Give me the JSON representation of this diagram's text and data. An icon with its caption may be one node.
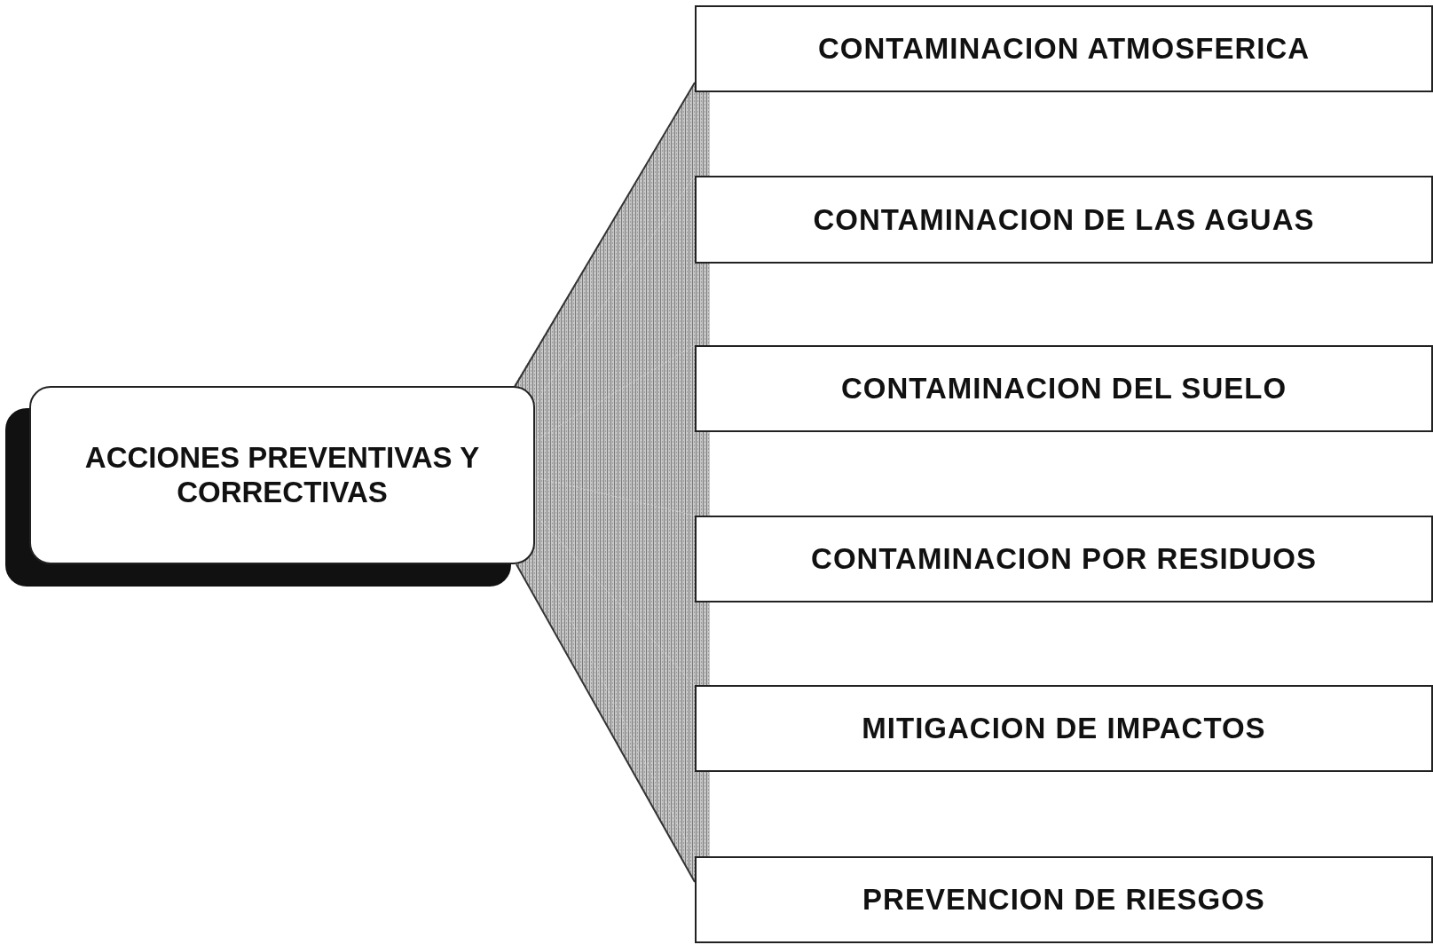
{
  "diagram": {
    "nodes": [
      {
        "text": [
          "ACCIONES PREVENTIVAS Y CORRECTIVAS"
        ]
      },
      {
        "text": [
          "CONTAMINACION ATMOSFERICA"
        ]
      },
      {
        "text": [
          "CONTAMINACION DE LAS AGUAS"
        ]
      },
      {
        "text": [
          "CONTAMINACION DEL SUELO"
        ]
      },
      {
        "text": [
          "CONTAMINACION POR RESIDUOS"
        ]
      },
      {
        "text": [
          "MITIGACION DE IMPACTOS"
        ]
      },
      {
        "text": [
          "PREVENCION DE RIESGOS"
        ]
      }
    ],
    "edges": [
      {
        "from": 0,
        "to": 1,
        "arrow": "none"
      },
      {
        "from": 0,
        "to": 2,
        "arrow": "none"
      },
      {
        "from": 0,
        "to": 3,
        "arrow": "none"
      },
      {
        "from": 0,
        "to": 4,
        "arrow": "none"
      },
      {
        "from": 0,
        "to": 5,
        "arrow": "none"
      },
      {
        "from": 0,
        "to": 6,
        "arrow": "none"
      }
    ]
  }
}
